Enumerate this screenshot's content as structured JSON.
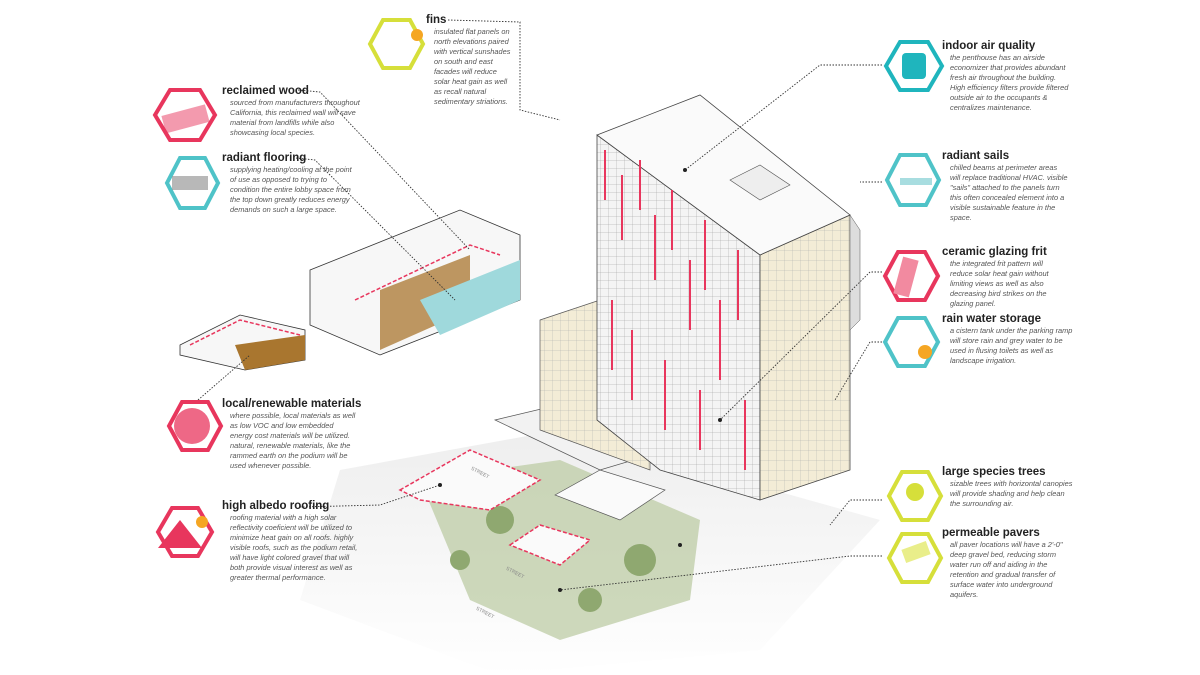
{
  "callouts": [
    {
      "id": "reclaimed-wood",
      "title": "reclaimed wood",
      "text": "sourced from manufacturers throughout California, this reclaimed wall will save material from landfills while also showcasing local species.",
      "color": "#e8365d",
      "icon": "reclaimed-wood-icon"
    },
    {
      "id": "radiant-flooring",
      "title": "radiant flooring",
      "text": "supplying heating/cooling at the point of use as opposed to trying to condition the entire lobby space from the top down greatly reduces energy demands on such a large space.",
      "color": "#4fc3c8",
      "icon": "radiant-flooring-icon"
    },
    {
      "id": "fins",
      "title": "fins",
      "text": "insulated flat panels on north elevations paired with vertical sunshades on south and east facades will reduce solar heat gain as well as recall natural sedimentary striations.",
      "color": "#d6df3a",
      "icon": "fins-sun-icon"
    },
    {
      "id": "indoor-air-quality",
      "title": "indoor air quality",
      "text": "the penthouse has an airside economizer that provides abundant fresh air throughout the building. High efficiency filters provide filtered outside air to the occupants & centralizes maintenance.",
      "color": "#1fb5bd",
      "icon": "air-flow-icon"
    },
    {
      "id": "radiant-sails",
      "title": "radiant sails",
      "text": "chilled beams at perimeter areas will replace traditional HVAC. visible \"sails\" attached to the panels turn this often concealed element into a visible sustainable feature in the space.",
      "color": "#4fc3c8",
      "icon": "radiant-sails-icon"
    },
    {
      "id": "ceramic-glazing-frit",
      "title": "ceramic glazing frit",
      "text": "the integrated frit pattern will reduce solar heat gain without limiting views as well as also decreasing bird strikes on the glazing panel.",
      "color": "#e8365d",
      "icon": "glazing-frit-icon"
    },
    {
      "id": "rain-water-storage",
      "title": "rain water storage",
      "text": "a cistern tank under the parking ramp will store rain and grey water to be used in flusing toilets as well as landscape irrigation.",
      "color": "#4fc3c8",
      "icon": "rain-water-icon"
    },
    {
      "id": "local-renewable-materials",
      "title": "local/renewable materials",
      "text": "where possible, local materials as well as low VOC and low embedded energy cost materials will be utilized. natural, renewable materials, like the rammed earth on the podium will be used whenever possible.",
      "color": "#e8365d",
      "icon": "rammed-earth-icon"
    },
    {
      "id": "high-albedo-roofing",
      "title": "high albedo roofing",
      "text": "roofing material with a high solar reflectivity coeficient will be utilized to minimize heat gain on all roofs. highly visible roofs, such as the podium retail, will have light colored gravel that will both provide visual interest as well as greater thermal performance.",
      "color": "#e8365d",
      "icon": "roof-sun-icon"
    },
    {
      "id": "large-species-trees",
      "title": "large species trees",
      "text": "sizable trees with horizontal canopies will provide shading and help clean the surrounding air.",
      "color": "#d6df3a",
      "icon": "tree-cycle-icon"
    },
    {
      "id": "permeable-pavers",
      "title": "permeable pavers",
      "text": "all paver locations will have a 2'-0\" deep gravel bed, reducing storm water run off and aiding in the retention and gradual transfer of surface water into underground aquifers.",
      "color": "#d6df3a",
      "icon": "permeable-pavers-icon"
    }
  ],
  "streets": [
    "STREET",
    "STREET",
    "STREET"
  ],
  "colors": {
    "accent_red": "#e8365d",
    "accent_teal": "#4fc3c8",
    "accent_lime": "#d6df3a",
    "accent_orange": "#f5a623"
  }
}
